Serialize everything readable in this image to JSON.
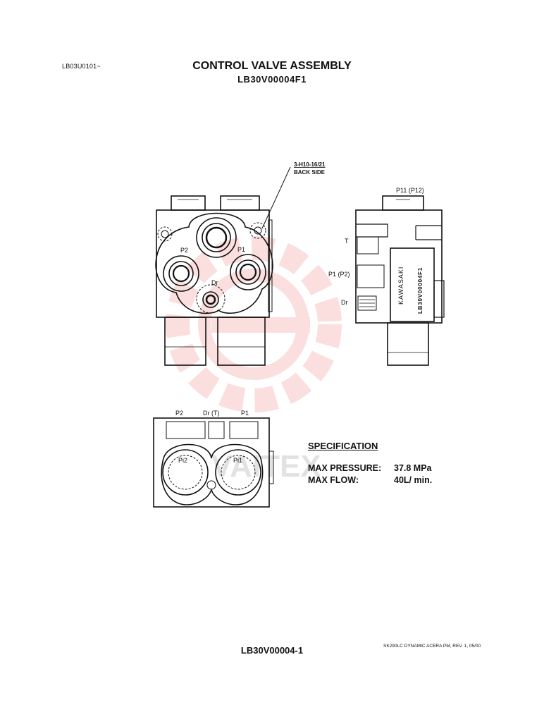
{
  "header": {
    "doc_code": "LB03U0101~",
    "title": "CONTROL VALVE ASSEMBLY",
    "part_number": "LB30V00004F1"
  },
  "watermark": {
    "text": "VAITEX",
    "color": "#e83b3b"
  },
  "views": {
    "front": {
      "callout_ref": "3-H10-16/21",
      "callout_note": "BACK SIDE",
      "ports": {
        "p2": "P2",
        "p1": "P1",
        "dr": "Dr"
      }
    },
    "side": {
      "ports": {
        "p11": "P11 (P12)",
        "t": "T",
        "p1p2": "P1 (P2)",
        "dr": "Dr"
      },
      "nameplate": {
        "brand": "KAWASAKI",
        "part": "LB30V00004F1"
      }
    },
    "bottom": {
      "ports": {
        "p2": "P2",
        "dr_t": "Dr (T)",
        "p1": "P1",
        "pi2": "Pi2",
        "pi1": "Pi1"
      }
    }
  },
  "specification": {
    "heading": "SPECIFICATION",
    "max_pressure_label": "MAX PRESSURE:",
    "max_pressure_value": "37.8 MPa",
    "max_flow_label": "MAX FLOW:",
    "max_flow_value": "40L/ min."
  },
  "footer": {
    "code": "LB30V00004-1",
    "revision": "SK290LC DYNAMIC ACERA PM, REV. 1, 05/00"
  }
}
